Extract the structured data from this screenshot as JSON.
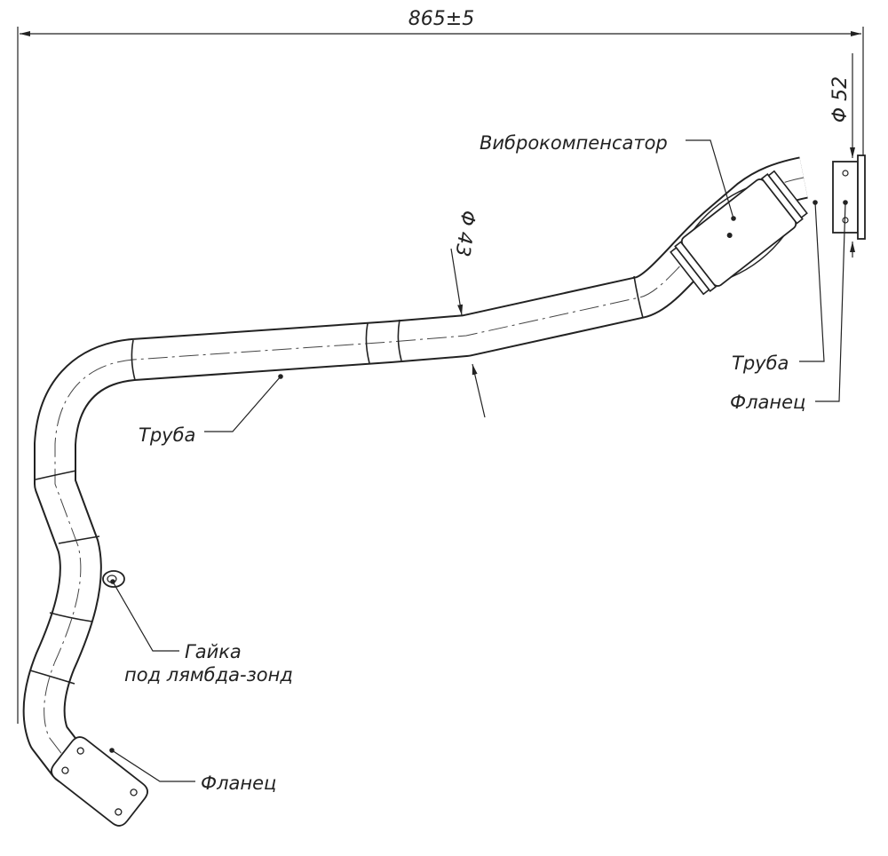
{
  "dimensions": {
    "overall_length": "865±5",
    "outlet_diameter": "Φ 52",
    "pipe_diameter": "Φ 43"
  },
  "labels": {
    "vibro_compensator": "Виброкомпенсатор",
    "pipe_upper": "Труба",
    "flange_upper": "Фланец",
    "pipe_lower": "Труба",
    "lambda_nut_line1": "Гайка",
    "lambda_nut_line2": "под лямбда-зонд",
    "flange_lower": "Фланец"
  }
}
